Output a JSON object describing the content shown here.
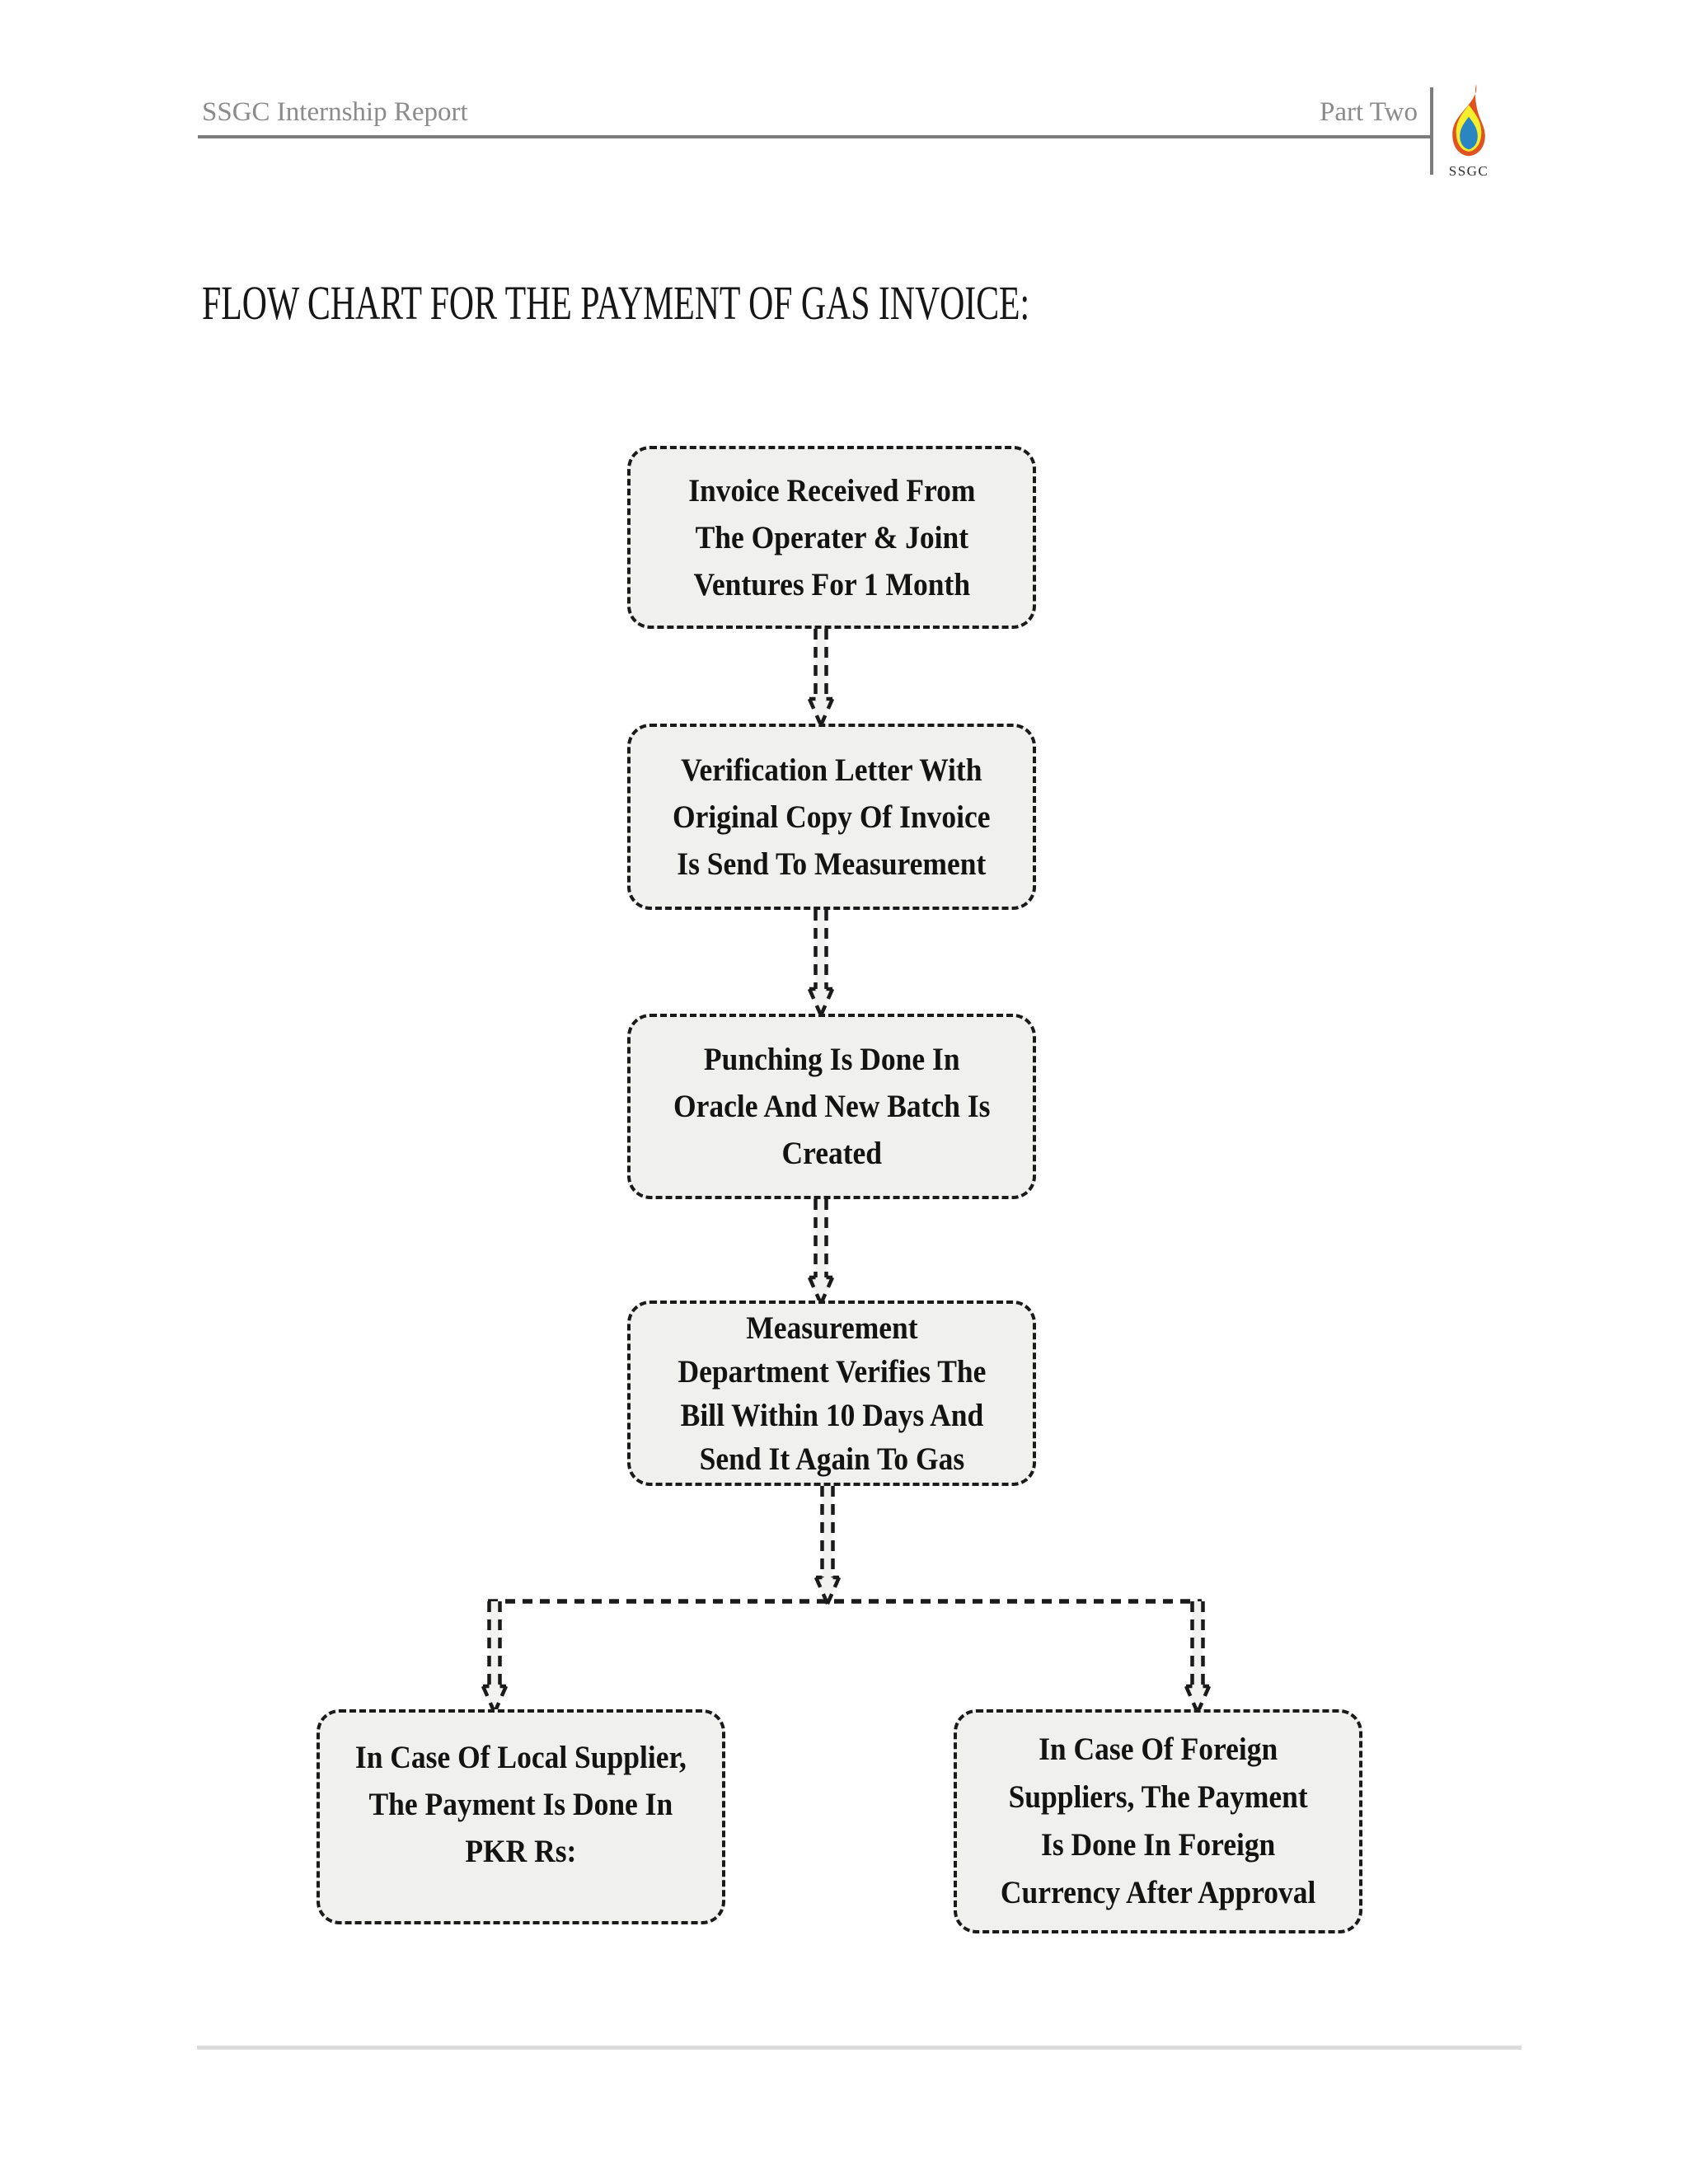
{
  "header": {
    "report_title": "SSGC Internship Report",
    "section": "Part Two",
    "logo_caption": "SSGC"
  },
  "page_title": "FLOW CHART FOR THE PAYMENT OF GAS INVOICE:",
  "flowchart": {
    "nodes": [
      {
        "text": "Invoice Received From\nThe Operater & Joint\nVentures For 1 Month"
      },
      {
        "text": "Verification Letter With\nOriginal Copy Of Invoice\nIs Send To Measurement"
      },
      {
        "text": "Punching Is Done In\nOracle And New Batch Is\nCreated"
      },
      {
        "text": "Measurement\nDepartment Verifies The\nBill Within 10 Days And\nSend It Again To Gas"
      },
      {
        "text": "In Case Of Local Supplier,\nThe Payment Is Done In\nPKR Rs:"
      },
      {
        "text": "In Case Of Foreign\nSuppliers, The Payment\nIs Done In Foreign\nCurrency After Approval"
      }
    ]
  },
  "colors": {
    "node_fill": "#f0f0ef",
    "node_border": "#1a1a1a",
    "header_text_gray": "#8b8b8b",
    "header_rule_gray": "#7d7d7d",
    "footer_rule_gray": "#dcdcdc",
    "flame_outer_orange": "#e05320",
    "flame_middle_yellow": "#f7ee2d",
    "flame_inner_blue": "#2a86c2"
  }
}
